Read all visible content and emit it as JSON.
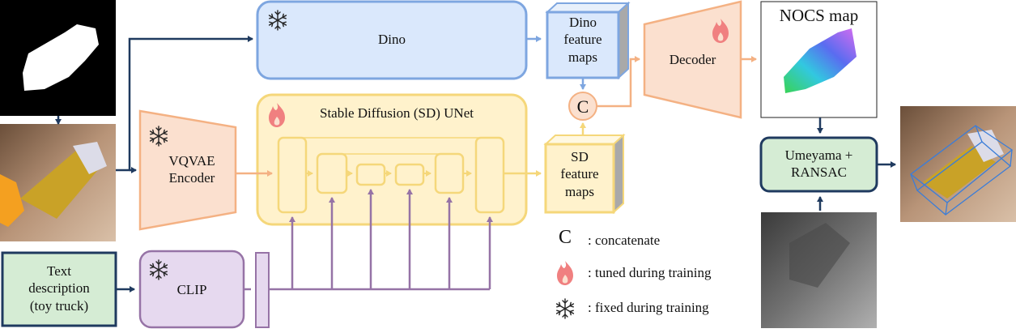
{
  "nodes": {
    "dino": "Dino",
    "dino_features": [
      "Dino",
      "feature",
      "maps"
    ],
    "sd_unet": "Stable Diffusion (SD) UNet",
    "sd_features": [
      "SD",
      "feature",
      "maps"
    ],
    "vqvae": [
      "VQVAE",
      "Encoder"
    ],
    "decoder": "Decoder",
    "nocs_map": "NOCS map",
    "umeyama": [
      "Umeyama +",
      "RANSAC"
    ],
    "text_desc": [
      "Text",
      "description",
      "(toy truck)"
    ],
    "clip": "CLIP",
    "concat_symbol": "C"
  },
  "legend": {
    "concat_symbol": "C",
    "concat_label": ": concatenate",
    "tuned_label": ": tuned during training",
    "fixed_label": ": fixed during training"
  },
  "icons": [
    "snowflake-icon",
    "flame-icon"
  ],
  "colors": {
    "dino_fill": "#dae8fc",
    "dino_stroke": "#7ea6e0",
    "sd_fill": "#fff2cc",
    "sd_stroke": "#f5d77a",
    "orange_fill": "#fbe0cf",
    "orange_stroke": "#f4b183",
    "green_fill": "#d5ecd4",
    "navy": "#1f3a5f",
    "purple_fill": "#e6d9ef",
    "purple_stroke": "#9673a6",
    "flame": "#f08080"
  }
}
